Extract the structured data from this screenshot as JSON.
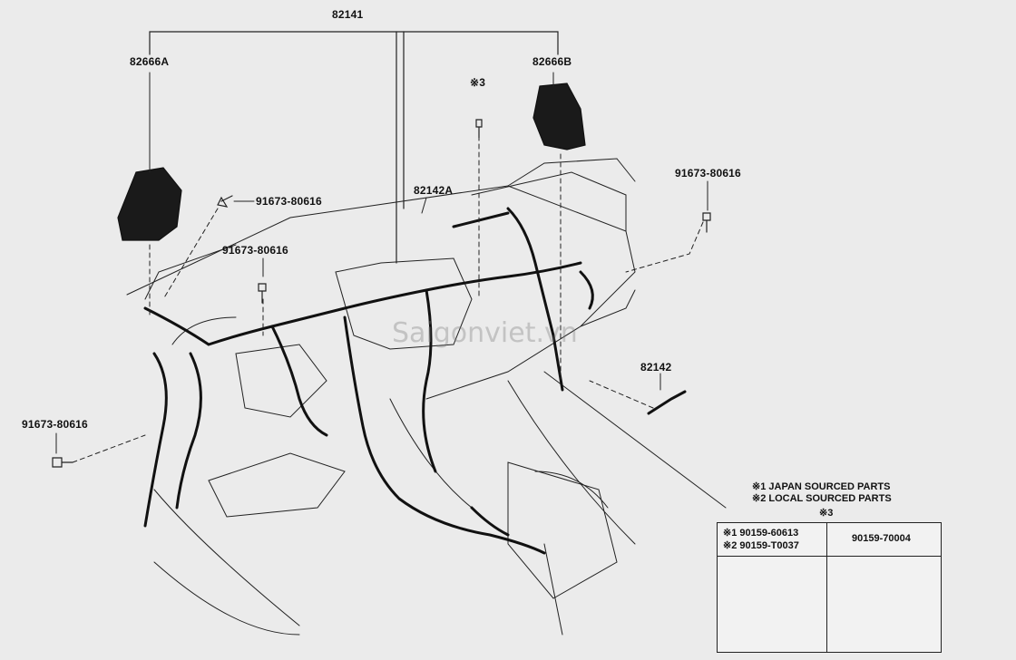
{
  "colors": {
    "background": "#ebebeb",
    "ink": "#111111"
  },
  "labels": {
    "main_harness": "82141",
    "connector_a": "82666A",
    "connector_b": "82666B",
    "sub_harness_a": "82142A",
    "sub_harness": "82142",
    "note_mark": "※3",
    "bolt_1": "91673-80616",
    "bolt_2": "91673-80616",
    "bolt_3": "91673-80616",
    "bolt_4": "91673-80616"
  },
  "legend": {
    "line1": "※1 JAPAN SOURCED PARTS",
    "line2": "※2 LOCAL SOURCED PARTS",
    "table_mark": "※3"
  },
  "table": {
    "col1_row1": "※1 90159-60613",
    "col1_row2": "※2 90159-T0037",
    "col2": "90159-70004",
    "col1_icon": "bolt-with-washer-icon",
    "col2_icon": "screw-with-washer-icon"
  },
  "watermark": "Saigonviet.vn"
}
